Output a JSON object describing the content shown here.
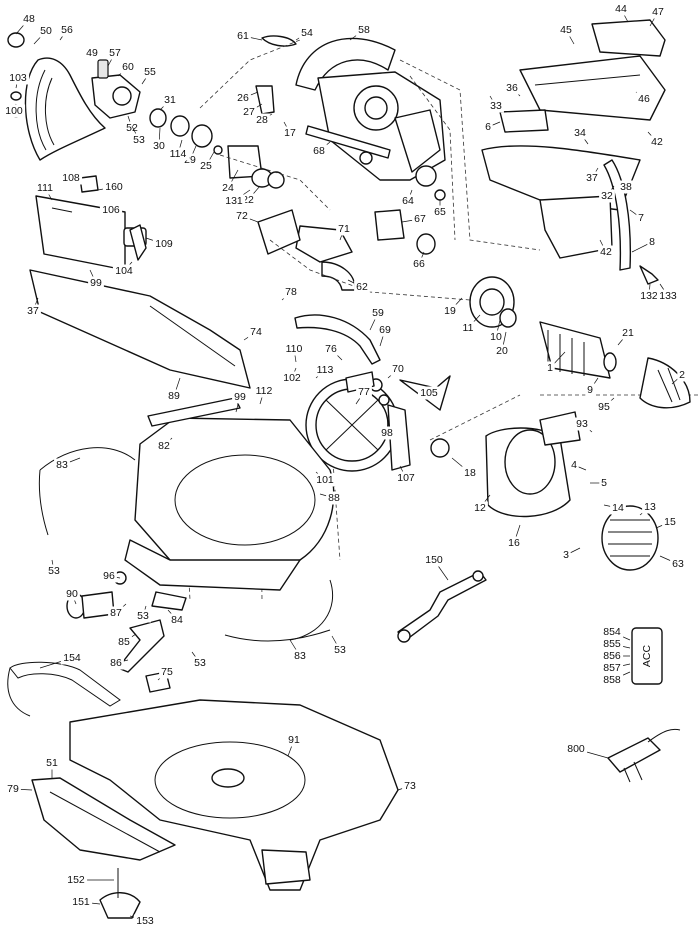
{
  "callouts": [
    "1",
    "2",
    "3",
    "4",
    "5",
    "6",
    "7",
    "8",
    "9",
    "10",
    "11",
    "12",
    "13",
    "14",
    "15",
    "16",
    "17",
    "18",
    "19",
    "20",
    "21",
    "22",
    "24",
    "25",
    "26",
    "27",
    "28",
    "29",
    "30",
    "31",
    "32",
    "33",
    "34",
    "36",
    "37",
    "38",
    "42",
    "44",
    "45",
    "46",
    "47",
    "48",
    "49",
    "50",
    "51",
    "52",
    "53",
    "54",
    "55",
    "56",
    "57",
    "58",
    "59",
    "60",
    "61",
    "62",
    "63",
    "64",
    "65",
    "66",
    "67",
    "68",
    "69",
    "70",
    "71",
    "72",
    "73",
    "74",
    "75",
    "76",
    "77",
    "78",
    "79",
    "82",
    "83",
    "84",
    "85",
    "86",
    "87",
    "88",
    "89",
    "90",
    "91",
    "93",
    "95",
    "96",
    "98",
    "99",
    "100",
    "101",
    "102",
    "103",
    "104",
    "105",
    "106",
    "107",
    "108",
    "109",
    "110",
    "111",
    "112",
    "113",
    "114",
    "131",
    "132",
    "133",
    "150",
    "151",
    "152",
    "153",
    "154",
    "160",
    "800",
    "854",
    "855",
    "856",
    "857",
    "858"
  ],
  "accessory_label": "ACC"
}
